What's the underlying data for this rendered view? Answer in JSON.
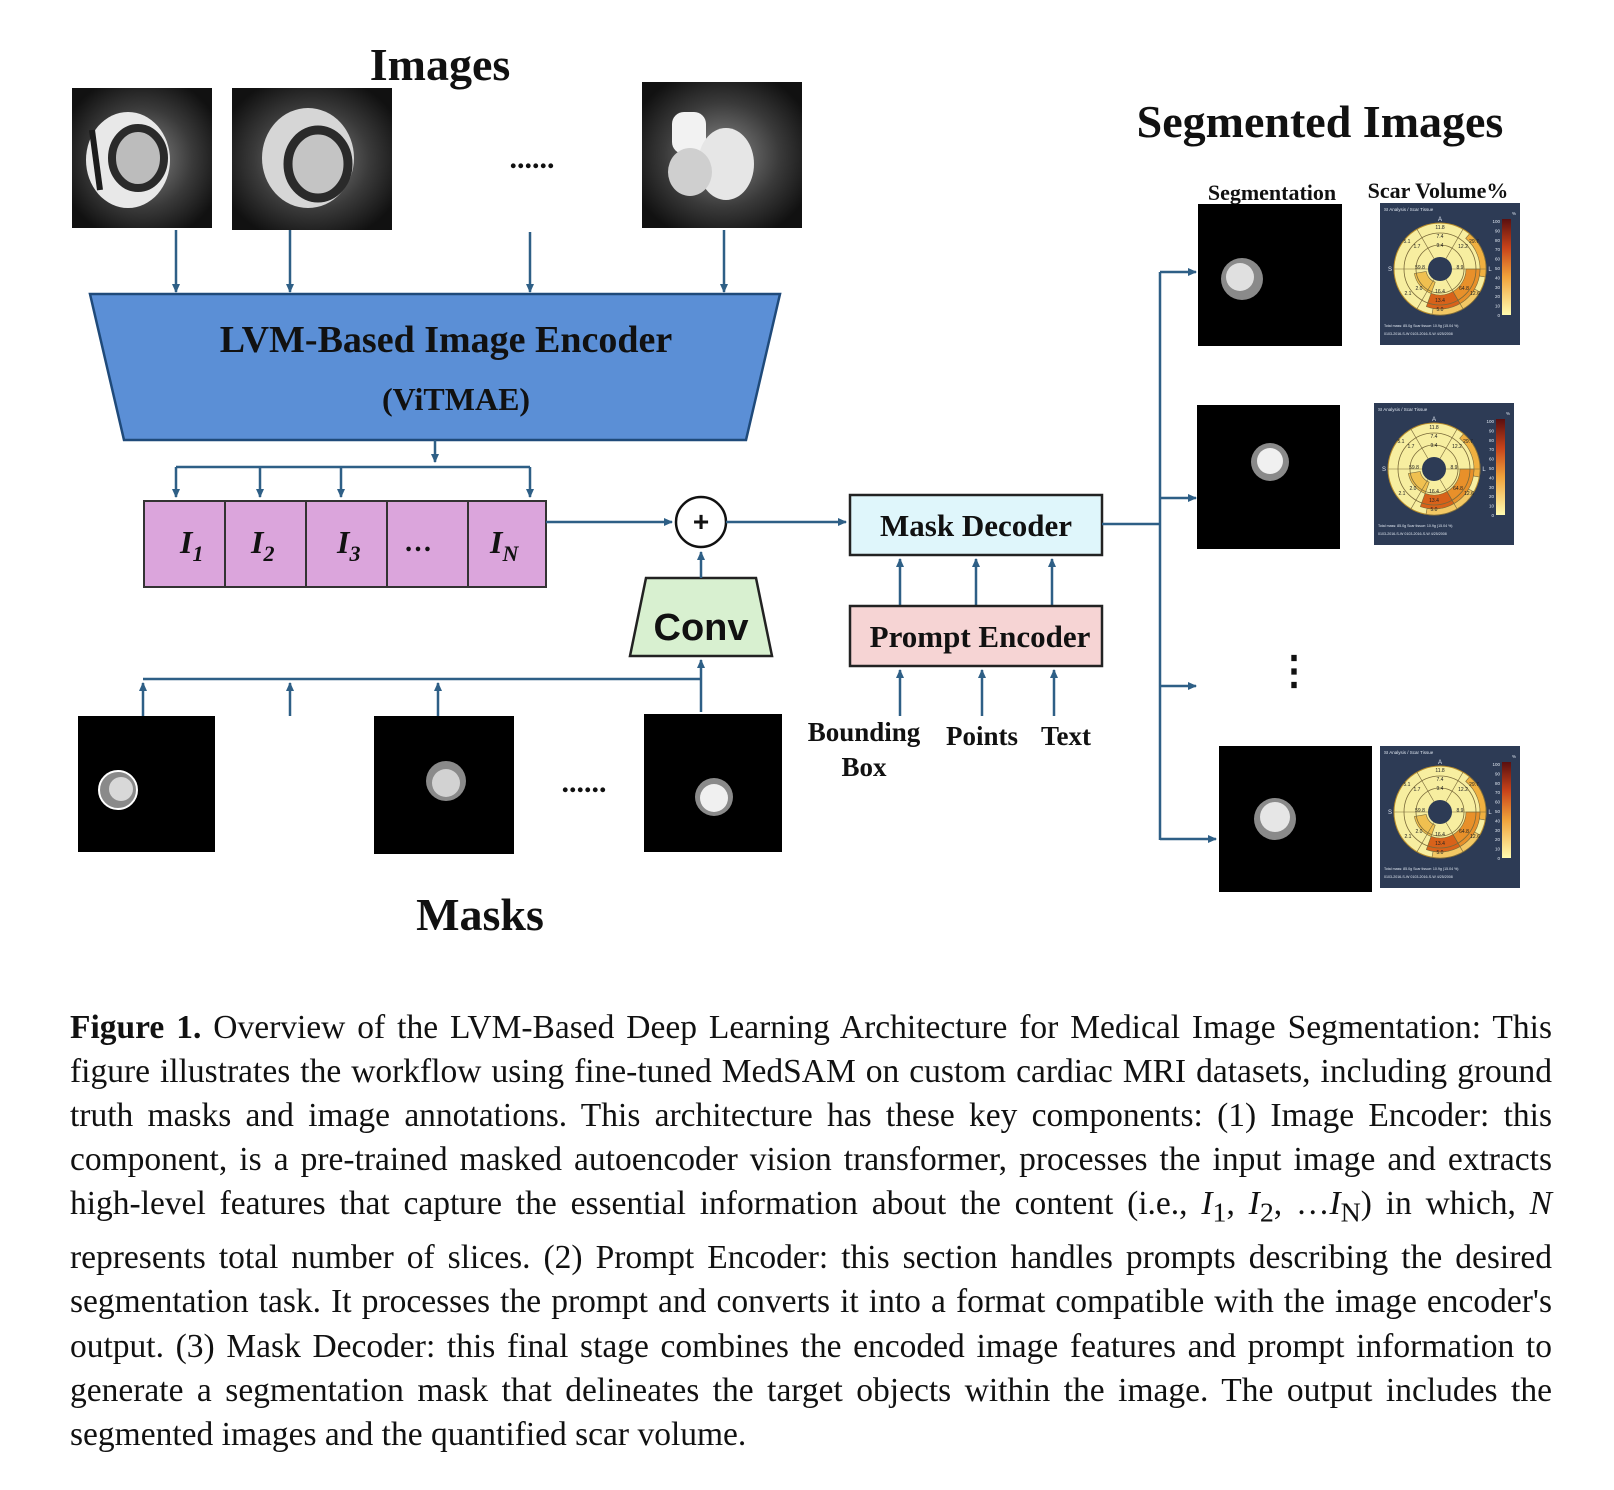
{
  "headings": {
    "images": "Images",
    "masks": "Masks",
    "segmented": "Segmented Images",
    "segmentation_col": "Segmentation",
    "scar_col": "Scar Volume%"
  },
  "encoder": {
    "title": "LVM-Based Image Encoder",
    "subtitle": "(ViTMAE)"
  },
  "tokens": [
    "I",
    "I",
    "I",
    "…",
    "I"
  ],
  "token_subs": [
    "1",
    "2",
    "3",
    "",
    "N"
  ],
  "plus": "+",
  "conv": "Conv",
  "mask_decoder": "Mask Decoder",
  "prompt_encoder": "Prompt Encoder",
  "prompts": {
    "bbox_line1": "Bounding",
    "bbox_line2": "Box",
    "points": "Points",
    "text": "Text"
  },
  "ellipsis": "......",
  "vdots": "⋮",
  "bullseye": {
    "header": "SI Analysis / Scar Tissue",
    "apex": "A",
    "septal": "S",
    "lateral": "L",
    "values": [
      "11.8",
      "7.4",
      "9.4",
      "1.7",
      "5.1",
      "12.2",
      "29.7",
      "59.8",
      "8.9",
      "2.0",
      "2.1",
      "16.4",
      "64.8",
      "12.6",
      "13.4",
      "5.0"
    ],
    "scale": [
      "100",
      "90",
      "80",
      "70",
      "60",
      "50",
      "40",
      "30",
      "20",
      "10",
      "0"
    ],
    "scale_unit": "%",
    "footer1": "Total mass: 85.0g  Scar tissue: 10.9g (15.04 %)",
    "footer2": "0103-2016-S-W   0103-2016-S-W   4/25/2008"
  },
  "caption": {
    "label": "Figure 1.",
    "part1": " Overview of the LVM-Based Deep Learning Architecture for Medical Image Segmentation: This figure illustrates the workflow using fine-tuned MedSAM on custom cardiac MRI datasets, including ground truth masks and image annotations. This architecture has these key components: (1) Image Encoder: this component, is a pre-trained masked autoencoder vision transformer, processes the input image and extracts high-level features that capture the essential information about the content (i.e., ",
    "math_i": "I",
    "sub1": "1",
    "sub2": "2",
    "math_sep": ", ",
    "math_dots": "…",
    "subN": "N",
    "part2": ") in which, ",
    "math_n": "N",
    "part3": " represents total number of slices. (2) Prompt Encoder: this section handles prompts describing the desired segmentation task. It processes the prompt and converts it into a format compatible with the image encoder's output. (3) Mask Decoder: this final stage combines the encoded image features and prompt information to generate a segmentation mask that delineates the target objects within the image. The output includes the segmented images and the quantified scar volume."
  },
  "colors": {
    "encoder_fill": "#5b8fd6",
    "token_fill": "#dba5dc",
    "conv_fill": "#d8f0d0",
    "decoder_fill": "#dff6fb",
    "prompt_fill": "#f6d4d4",
    "arrow": "#2e5f86"
  }
}
